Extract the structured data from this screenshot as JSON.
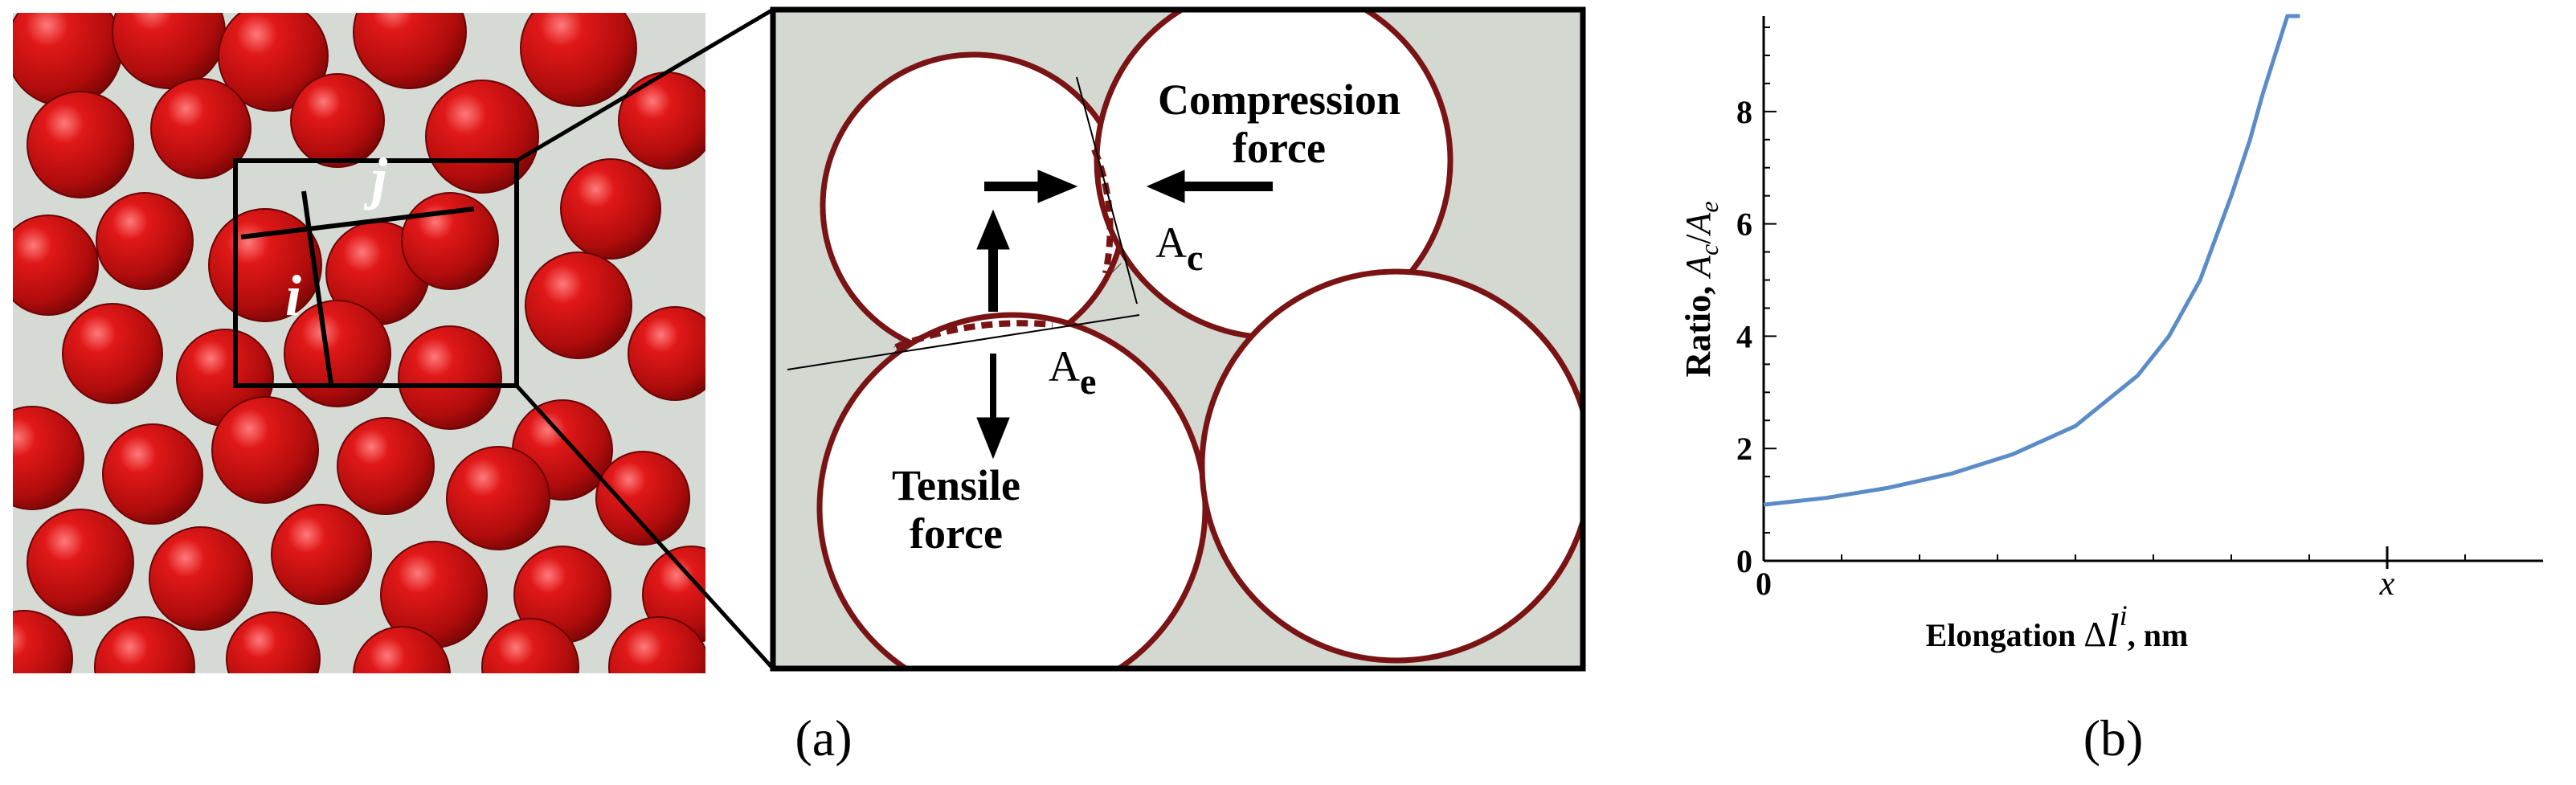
{
  "panel_a": {
    "label_i": "i",
    "label_j": "j",
    "compression_line1": "Compression",
    "compression_line2": "force",
    "tensile_line1": "Tensile",
    "tensile_line2": "force",
    "ac_base": "A",
    "ac_sub": "c",
    "ae_base": "A",
    "ae_sub": "e",
    "caption": "(a)"
  },
  "panel_b": {
    "caption": "(b)",
    "x_tick_zero": "0",
    "x_tick_x": "x",
    "y_tick_labels": [
      "0",
      "2",
      "4",
      "6",
      "8"
    ],
    "ylabel_prefix": "Ratio, ",
    "ylabel_num_base": "A",
    "ylabel_num_sub": "c",
    "ylabel_slash": "/",
    "ylabel_den_base": "A",
    "ylabel_den_sub": "e",
    "xlabel_prefix": "Elongation ",
    "xlabel_delta": "Δ",
    "xlabel_l": "l",
    "xlabel_sup": "i",
    "xlabel_suffix": ", nm",
    "curve_color": "#5b8cc8"
  },
  "chart_data": {
    "type": "line",
    "xlabel": "Elongation Δl^i, nm",
    "ylabel": "Ratio, Ac/Ae",
    "xlim": [
      0,
      1.25
    ],
    "ylim": [
      0,
      9.7
    ],
    "x_ticks": [
      "0",
      "x"
    ],
    "y_ticks": [
      0,
      2,
      4,
      6,
      8
    ],
    "grid": false,
    "series": [
      {
        "x": [
          0,
          0.1,
          0.2,
          0.3,
          0.4,
          0.5,
          0.6,
          0.65,
          0.7,
          0.75,
          0.78,
          0.8,
          0.82,
          0.84,
          0.86
        ],
        "values": [
          1.0,
          1.12,
          1.3,
          1.55,
          1.9,
          2.4,
          3.3,
          4.0,
          5.0,
          6.5,
          7.5,
          8.3,
          9.0,
          9.7,
          9.7
        ]
      }
    ]
  }
}
